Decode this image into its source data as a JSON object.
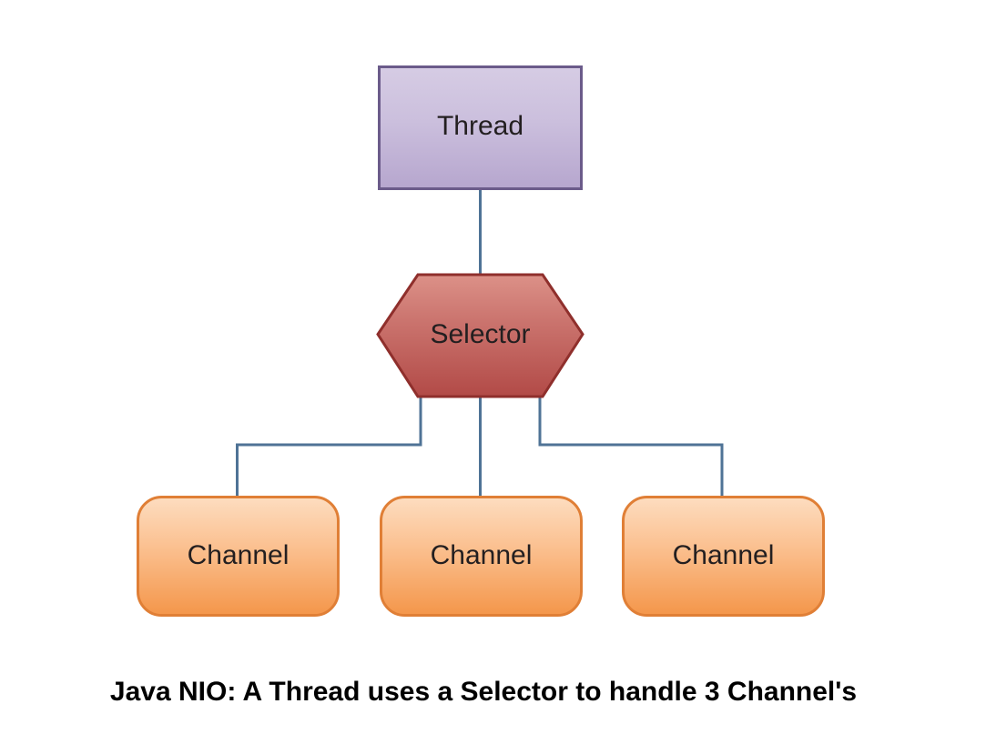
{
  "diagram": {
    "title_caption": "Java NIO: A Thread uses a Selector to handle 3 Channel's",
    "background_color": "#ffffff",
    "nodes": {
      "thread": {
        "label": "Thread",
        "shape": "rectangle",
        "fill_top": "#d3c8e2",
        "fill_bottom": "#b8a8cf",
        "border_color": "#6b5b8a",
        "text_color": "#231f20"
      },
      "selector": {
        "label": "Selector",
        "shape": "hexagon",
        "fill_top": "#d98d85",
        "fill_bottom": "#b54b47",
        "border_color": "#8f2f2c",
        "text_color": "#231f20"
      },
      "channel_1": {
        "label": "Channel",
        "shape": "rounded-rectangle",
        "fill_top": "#fcd9b8",
        "fill_bottom": "#f49a4c",
        "border_color": "#e07f36",
        "text_color": "#231f20"
      },
      "channel_2": {
        "label": "Channel",
        "shape": "rounded-rectangle",
        "fill_top": "#fcd9b8",
        "fill_bottom": "#f49a4c",
        "border_color": "#e07f36",
        "text_color": "#231f20"
      },
      "channel_3": {
        "label": "Channel",
        "shape": "rounded-rectangle",
        "fill_top": "#fcd9b8",
        "fill_bottom": "#f49a4c",
        "border_color": "#e07f36",
        "text_color": "#231f20"
      }
    },
    "connectors": {
      "color": "#4f7396",
      "width": 3,
      "list": [
        {
          "name": "thread-to-selector",
          "from": "thread",
          "to": "selector"
        },
        {
          "name": "selector-to-channel-1",
          "from": "selector",
          "to": "channel_1"
        },
        {
          "name": "selector-to-channel-2",
          "from": "selector",
          "to": "channel_2"
        },
        {
          "name": "selector-to-channel-3",
          "from": "selector",
          "to": "channel_3"
        }
      ]
    }
  }
}
